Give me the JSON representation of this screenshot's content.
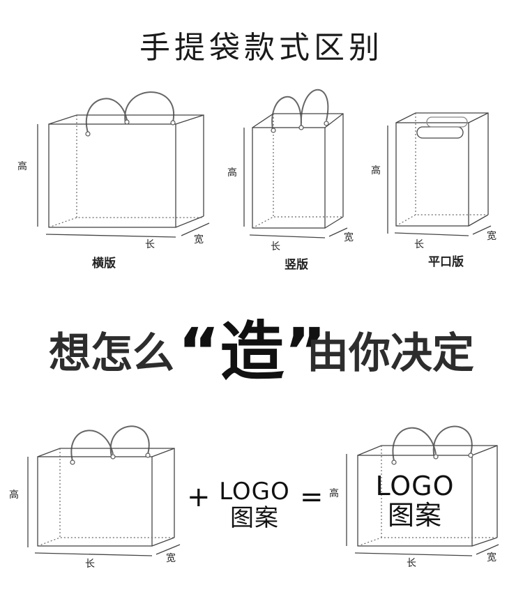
{
  "title": "手提袋款式区别",
  "labels": {
    "height": "高",
    "length": "长",
    "width": "宽"
  },
  "styles": [
    {
      "caption": "横版"
    },
    {
      "caption": "竖版"
    },
    {
      "caption": "平口版"
    }
  ],
  "slogan": {
    "left": "想怎么",
    "middle": "“造”",
    "right": "由你决定"
  },
  "formula": {
    "plus": "+",
    "equals": "=",
    "logo_line1": "LOGO",
    "logo_line2": "图案"
  }
}
